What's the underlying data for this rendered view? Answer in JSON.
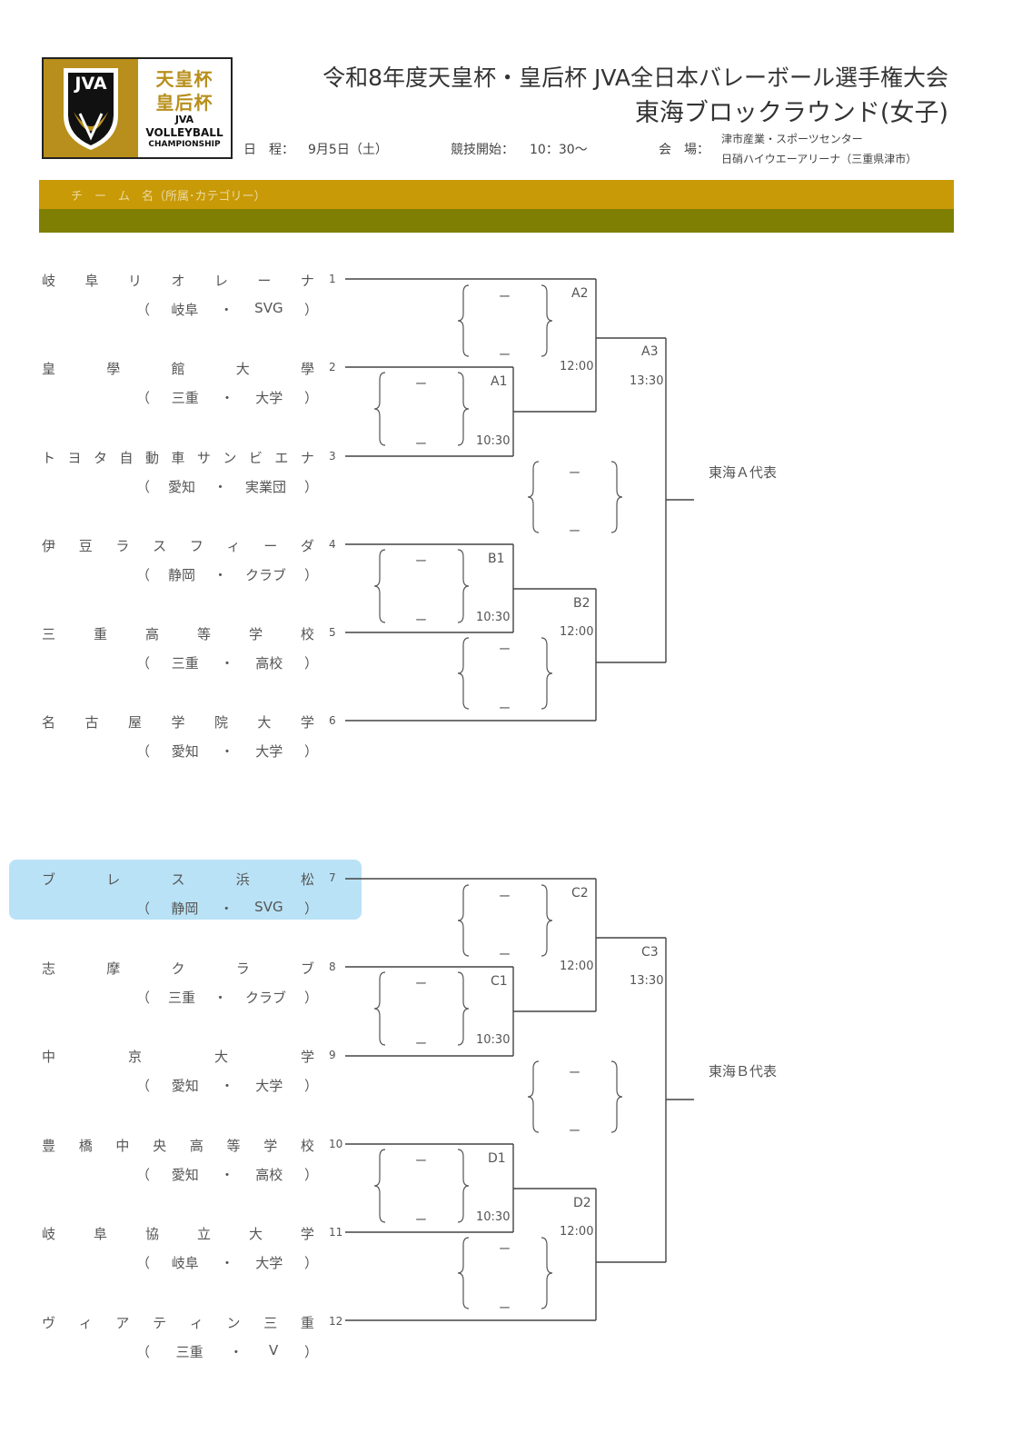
{
  "logo": {
    "jp_line1": "天皇杯",
    "jp_line2": "皇后杯",
    "en_line1": "JVA",
    "en_line2": "VOLLEYBALL",
    "en_line3": "CHAMPIONSHIP",
    "mark": "JVA"
  },
  "title": {
    "line1": "令和8年度天皇杯・皇后杯 JVA全日本バレーボール選手権大会",
    "line2": "東海ブロックラウンド(女子)"
  },
  "info": {
    "date_label": "日　程：",
    "date_value": "9月5日（土）",
    "start_label": "競技開始：",
    "start_value": "10：30〜",
    "venue_label": "会　場：",
    "venue_line1": "津市産業・スポーツセンター",
    "venue_line2": "日硝ハイウエーアリーナ（三重県津市）"
  },
  "header_band": {
    "label": "チ　ー　ム　名（所属･カテゴリー）"
  },
  "teams": [
    {
      "seed": "1",
      "name": [
        "岐",
        "阜",
        "リ",
        "オ",
        "レ",
        "ー",
        "ナ"
      ],
      "cat": [
        "（",
        "岐阜",
        "・",
        "SVG",
        "）"
      ]
    },
    {
      "seed": "2",
      "name": [
        "皇",
        "學",
        "館",
        "大",
        "學"
      ],
      "cat": [
        "（",
        "三重",
        "・",
        "大学",
        "）"
      ]
    },
    {
      "seed": "3",
      "name": [
        "ト",
        "ヨ",
        "タ",
        "自",
        "動",
        "車",
        "サ",
        "ン",
        "ビ",
        "エ",
        "ナ"
      ],
      "cat": [
        "（",
        "愛知",
        "・",
        "実業団",
        "）"
      ]
    },
    {
      "seed": "4",
      "name": [
        "伊",
        "豆",
        "ラ",
        "ス",
        "フ",
        "ィ",
        "ー",
        "ダ"
      ],
      "cat": [
        "（",
        "静岡",
        "・",
        "クラブ",
        "）"
      ]
    },
    {
      "seed": "5",
      "name": [
        "三",
        "重",
        "高",
        "等",
        "学",
        "校"
      ],
      "cat": [
        "（",
        "三重",
        "・",
        "高校",
        "）"
      ]
    },
    {
      "seed": "6",
      "name": [
        "名",
        "古",
        "屋",
        "学",
        "院",
        "大",
        "学"
      ],
      "cat": [
        "（",
        "愛知",
        "・",
        "大学",
        "）"
      ]
    },
    {
      "seed": "7",
      "name": [
        "ブ",
        "レ",
        "ス",
        "浜",
        "松"
      ],
      "cat": [
        "（",
        "静岡",
        "・",
        "SVG",
        "）"
      ]
    },
    {
      "seed": "8",
      "name": [
        "志",
        "摩",
        "ク",
        "ラ",
        "ブ"
      ],
      "cat": [
        "（",
        "三重",
        "・",
        "クラブ",
        "）"
      ]
    },
    {
      "seed": "9",
      "name": [
        "中",
        "京",
        "大",
        "学"
      ],
      "cat": [
        "（",
        "愛知",
        "・",
        "大学",
        "）"
      ]
    },
    {
      "seed": "10",
      "name": [
        "豊",
        "橋",
        "中",
        "央",
        "高",
        "等",
        "学",
        "校"
      ],
      "cat": [
        "（",
        "愛知",
        "・",
        "高校",
        "）"
      ]
    },
    {
      "seed": "11",
      "name": [
        "岐",
        "阜",
        "協",
        "立",
        "大",
        "学"
      ],
      "cat": [
        "（",
        "岐阜",
        "・",
        "大学",
        "）"
      ]
    },
    {
      "seed": "12",
      "name": [
        "ヴ",
        "ィ",
        "ア",
        "テ",
        "ィ",
        "ン",
        "三",
        "重"
      ],
      "cat": [
        "（",
        "三重",
        "・",
        "V",
        "）"
      ]
    }
  ],
  "matches": [
    {
      "label": "A1",
      "time": "10:30"
    },
    {
      "label": "A2",
      "time": "12:00"
    },
    {
      "label": "A3",
      "time": "13:30"
    },
    {
      "label": "B1",
      "time": "10:30"
    },
    {
      "label": "B2",
      "time": "12:00"
    },
    {
      "label": "C1",
      "time": "10:30"
    },
    {
      "label": "C2",
      "time": "12:00"
    },
    {
      "label": "C3",
      "time": "13:30"
    },
    {
      "label": "D1",
      "time": "10:30"
    },
    {
      "label": "D2",
      "time": "12:00"
    }
  ],
  "score_dash": "ー",
  "representatives": {
    "a": "東海Ａ代表",
    "b": "東海Ｂ代表"
  },
  "colors": {
    "gold": "#c99a07",
    "olive": "#7f7f04",
    "highlight": "#b9e2f6"
  }
}
